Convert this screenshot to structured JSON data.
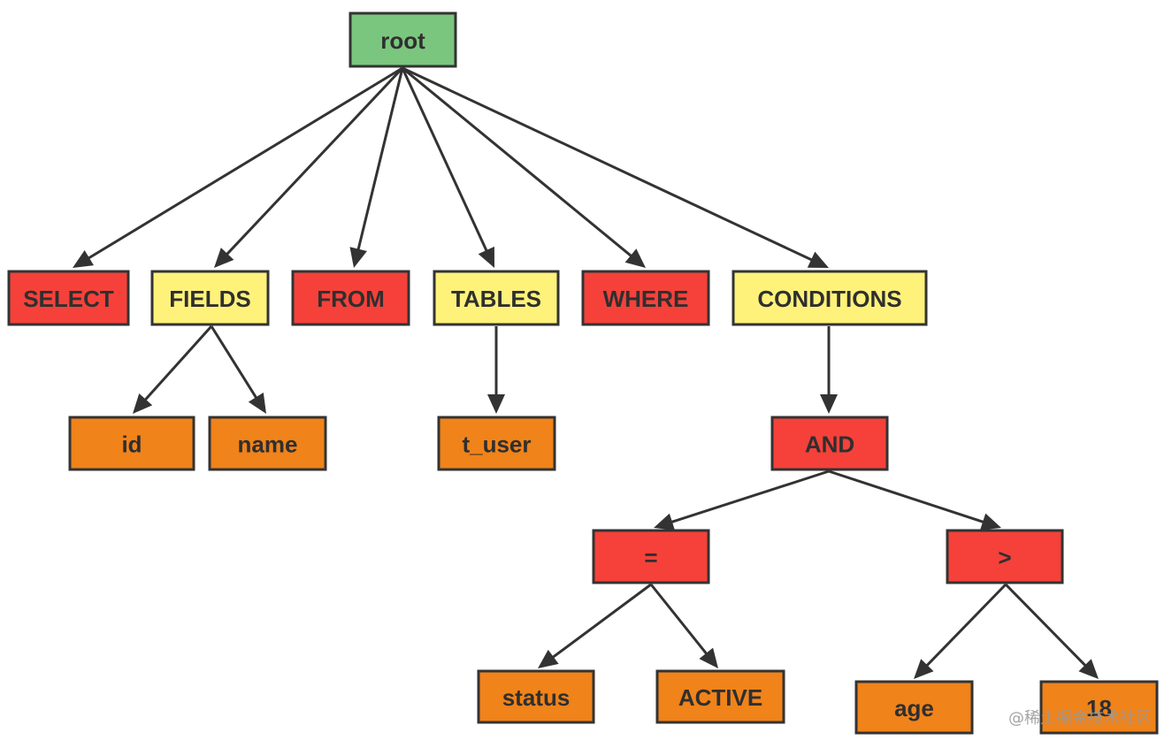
{
  "colors": {
    "root": "#7bc67e",
    "keyword": "#f5413a",
    "category": "#fff27a",
    "value": "#f0831a"
  },
  "nodes": [
    {
      "id": "root",
      "label": "root",
      "kind": "root"
    },
    {
      "id": "select",
      "label": "SELECT",
      "kind": "keyword"
    },
    {
      "id": "fields",
      "label": "FIELDS",
      "kind": "category"
    },
    {
      "id": "from",
      "label": "FROM",
      "kind": "keyword"
    },
    {
      "id": "tables",
      "label": "TABLES",
      "kind": "category"
    },
    {
      "id": "where",
      "label": "WHERE",
      "kind": "keyword"
    },
    {
      "id": "conditions",
      "label": "CONDITIONS",
      "kind": "category"
    },
    {
      "id": "id",
      "label": "id",
      "kind": "value"
    },
    {
      "id": "name",
      "label": "name",
      "kind": "value"
    },
    {
      "id": "t_user",
      "label": "t_user",
      "kind": "value"
    },
    {
      "id": "and",
      "label": "AND",
      "kind": "keyword"
    },
    {
      "id": "eq",
      "label": "=",
      "kind": "keyword"
    },
    {
      "id": "gt",
      "label": ">",
      "kind": "keyword"
    },
    {
      "id": "status",
      "label": "status",
      "kind": "value"
    },
    {
      "id": "active",
      "label": "ACTIVE",
      "kind": "value"
    },
    {
      "id": "age",
      "label": "age",
      "kind": "value"
    },
    {
      "id": "eighteen",
      "label": "18",
      "kind": "value"
    }
  ],
  "edges": [
    {
      "from": "root",
      "to": "select"
    },
    {
      "from": "root",
      "to": "fields"
    },
    {
      "from": "root",
      "to": "from"
    },
    {
      "from": "root",
      "to": "tables"
    },
    {
      "from": "root",
      "to": "where"
    },
    {
      "from": "root",
      "to": "conditions"
    },
    {
      "from": "fields",
      "to": "id"
    },
    {
      "from": "fields",
      "to": "name"
    },
    {
      "from": "tables",
      "to": "t_user"
    },
    {
      "from": "conditions",
      "to": "and"
    },
    {
      "from": "and",
      "to": "eq"
    },
    {
      "from": "and",
      "to": "gt"
    },
    {
      "from": "eq",
      "to": "status"
    },
    {
      "from": "eq",
      "to": "active"
    },
    {
      "from": "gt",
      "to": "age"
    },
    {
      "from": "gt",
      "to": "eighteen"
    }
  ],
  "watermark": "@稀土掘金技术社区"
}
